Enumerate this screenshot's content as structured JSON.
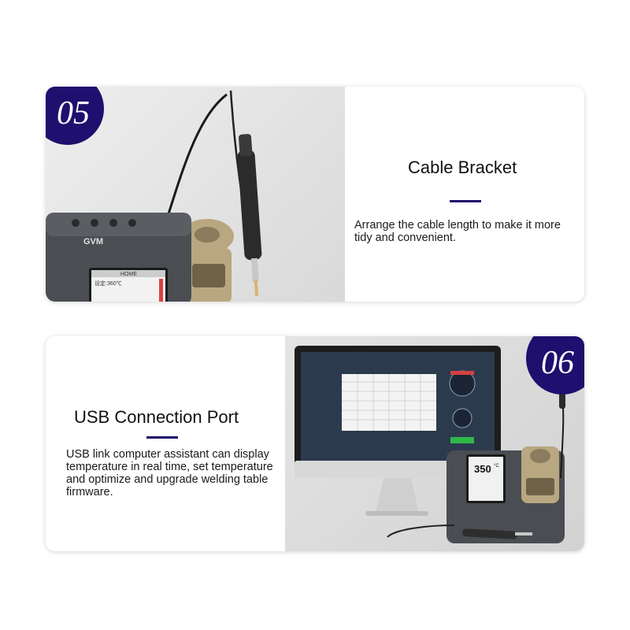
{
  "features": [
    {
      "number": "05",
      "title": "Cable Bracket",
      "description": "Arrange the cable length to make it more tidy and convenient."
    },
    {
      "number": "06",
      "title": "USB Connection Port",
      "description": "USB link computer assistant can display temperature in real time, set temperature and optimize and upgrade welding table firmware."
    }
  ],
  "device": {
    "brand": "GVM",
    "screen_home": "HOME",
    "screen_set": "设定:360℃",
    "display_temp": "350",
    "temp_unit": "°C"
  },
  "colors": {
    "accent": "#1f0f6e",
    "device_body": "#4a4d52",
    "monitor_screen": "#2c3a4e"
  }
}
